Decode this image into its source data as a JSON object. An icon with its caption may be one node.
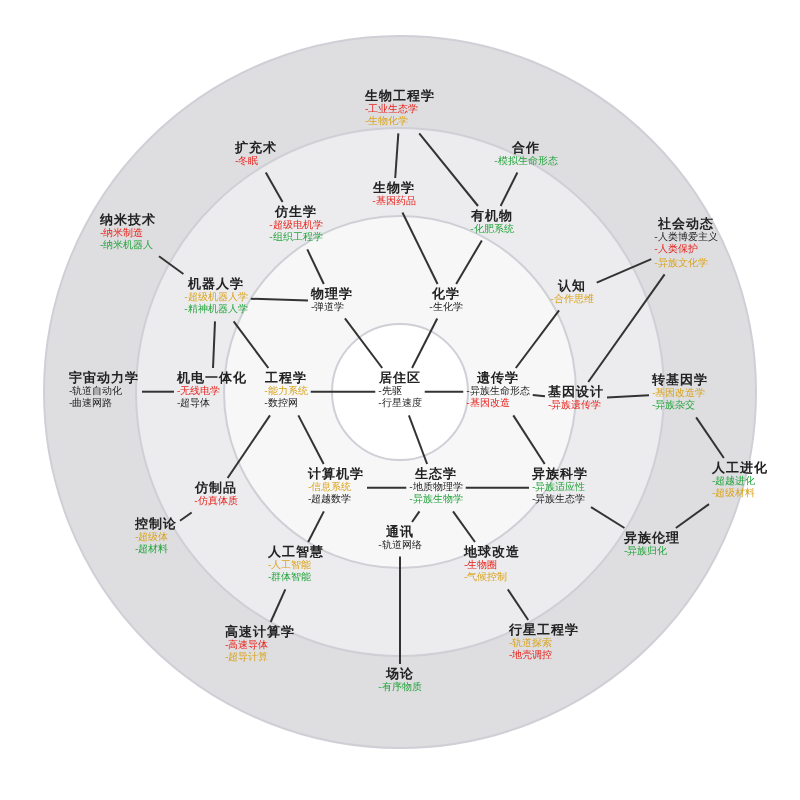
{
  "diagram": {
    "nodes": [
      {
        "text": [
          "生物工程学",
          "-工业生态学",
          "-生物化学"
        ]
      },
      {
        "text": [
          "扩充术",
          "-冬眠"
        ]
      },
      {
        "text": [
          "合作",
          "-模拟生命形态"
        ]
      },
      {
        "text": [
          "生物学",
          "-基因药品"
        ]
      },
      {
        "text": [
          "仿生学",
          "-超级电机学",
          "-组织工程学"
        ]
      },
      {
        "text": [
          "有机物",
          "-化肥系统"
        ]
      },
      {
        "text": [
          "社会动态",
          "-人类博爱主义",
          "-人类保护",
          "-异族文化学"
        ]
      },
      {
        "text": [
          "纳米技术",
          "-纳米制造",
          "-纳米机器人"
        ]
      },
      {
        "text": [
          "认知",
          "-合作思维"
        ]
      },
      {
        "text": [
          "机器人学",
          "-超级机器人学",
          "-精神机器人学"
        ]
      },
      {
        "text": [
          "物理学",
          "-弹道学"
        ]
      },
      {
        "text": [
          "化学",
          "-生化学"
        ]
      },
      {
        "text": [
          "宇宙动力学",
          "-轨道自动化",
          "-曲速网路"
        ]
      },
      {
        "text": [
          "机电一体化",
          "-无线电学",
          "-超导体"
        ]
      },
      {
        "text": [
          "工程学",
          "-能力系统",
          "-数控网"
        ]
      },
      {
        "text": [
          "居住区",
          "-先驱",
          "-行星速度"
        ]
      },
      {
        "text": [
          "遗传学",
          "-异族生命形态",
          "-基因改造"
        ]
      },
      {
        "text": [
          "基因设计",
          "-异族遗传学"
        ]
      },
      {
        "text": [
          "转基因学",
          "-基因改造学",
          "-异族杂交"
        ]
      },
      {
        "text": [
          "人工进化",
          "-超越进化",
          "-超级材料"
        ]
      },
      {
        "text": [
          "计算机学",
          "-信息系统",
          "-超越数学"
        ]
      },
      {
        "text": [
          "生态学",
          "-地质物理学",
          "-异族生物学"
        ]
      },
      {
        "text": [
          "异族科学",
          "-异族适应性",
          "-异族生态学"
        ]
      },
      {
        "text": [
          "仿制品",
          "-仿真体质"
        ]
      },
      {
        "text": [
          "控制论",
          "-超级体",
          "-超材料"
        ]
      },
      {
        "text": [
          "通讯",
          "-轨道网络"
        ]
      },
      {
        "text": [
          "异族伦理",
          "-异族归化"
        ]
      },
      {
        "text": [
          "人工智慧",
          "-人工智能",
          "-群体智能"
        ]
      },
      {
        "text": [
          "地球改造",
          "-生物圈",
          "-气候控制"
        ]
      },
      {
        "text": [
          "行星工程学",
          "-轨道探索",
          "-地壳调控"
        ]
      },
      {
        "text": [
          "高速计算学",
          "-高速导体",
          "-超导计算"
        ]
      },
      {
        "text": [
          "场论",
          "-有序物质"
        ]
      }
    ],
    "edges": [
      {
        "from": 0,
        "to": 3,
        "arrow": "none"
      },
      {
        "from": 0,
        "to": 5,
        "arrow": "none"
      },
      {
        "from": 2,
        "to": 5,
        "arrow": "none"
      },
      {
        "from": 1,
        "to": 4,
        "arrow": "none"
      },
      {
        "from": 4,
        "to": 10,
        "arrow": "none"
      },
      {
        "from": 3,
        "to": 11,
        "arrow": "none"
      },
      {
        "from": 5,
        "to": 11,
        "arrow": "none"
      },
      {
        "from": 7,
        "to": 9,
        "arrow": "none"
      },
      {
        "from": 9,
        "to": 10,
        "arrow": "none"
      },
      {
        "from": 9,
        "to": 13,
        "arrow": "none"
      },
      {
        "from": 9,
        "to": 14,
        "arrow": "none"
      },
      {
        "from": 10,
        "to": 15,
        "arrow": "none"
      },
      {
        "from": 11,
        "to": 15,
        "arrow": "none"
      },
      {
        "from": 12,
        "to": 13,
        "arrow": "none"
      },
      {
        "from": 14,
        "to": 15,
        "arrow": "none"
      },
      {
        "from": 14,
        "to": 23,
        "arrow": "none"
      },
      {
        "from": 14,
        "to": 20,
        "arrow": "none"
      },
      {
        "from": 23,
        "to": 24,
        "arrow": "none"
      },
      {
        "from": 15,
        "to": 16,
        "arrow": "none"
      },
      {
        "from": 15,
        "to": 21,
        "arrow": "none"
      },
      {
        "from": 16,
        "to": 8,
        "arrow": "none"
      },
      {
        "from": 8,
        "to": 6,
        "arrow": "none"
      },
      {
        "from": 16,
        "to": 17,
        "arrow": "none"
      },
      {
        "from": 17,
        "to": 6,
        "arrow": "none"
      },
      {
        "from": 17,
        "to": 18,
        "arrow": "none"
      },
      {
        "from": 18,
        "to": 19,
        "arrow": "none"
      },
      {
        "from": 16,
        "to": 22,
        "arrow": "none"
      },
      {
        "from": 22,
        "to": 21,
        "arrow": "none"
      },
      {
        "from": 22,
        "to": 26,
        "arrow": "none"
      },
      {
        "from": 26,
        "to": 19,
        "arrow": "none"
      },
      {
        "from": 20,
        "to": 21,
        "arrow": "none"
      },
      {
        "from": 20,
        "to": 27,
        "arrow": "none"
      },
      {
        "from": 21,
        "to": 25,
        "arrow": "none"
      },
      {
        "from": 21,
        "to": 28,
        "arrow": "none"
      },
      {
        "from": 25,
        "to": 31,
        "arrow": "none"
      },
      {
        "from": 27,
        "to": 30,
        "arrow": "none"
      },
      {
        "from": 28,
        "to": 29,
        "arrow": "none"
      }
    ]
  }
}
